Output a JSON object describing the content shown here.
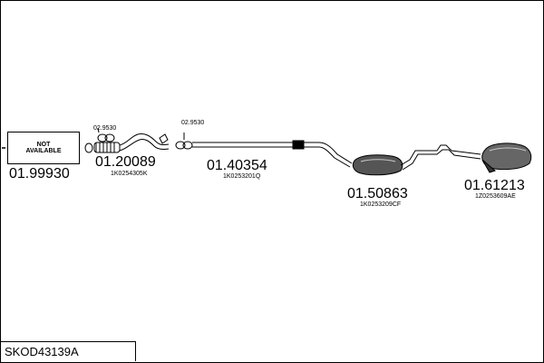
{
  "diagram": {
    "assembly_code": "SKOD43139A",
    "not_available": {
      "line1": "NOT",
      "line2": "AVAILABLE"
    },
    "parts": [
      {
        "number": "01.99930",
        "ref": ""
      },
      {
        "number": "01.20089",
        "ref": "1K0254305K"
      },
      {
        "number": "01.40354",
        "ref": "1K0253201Q"
      },
      {
        "number": "01.50863",
        "ref": "1K0253209CF"
      },
      {
        "number": "01.61213",
        "ref": "1Z0253609AE"
      }
    ],
    "clamps": [
      {
        "label": "02.9530"
      },
      {
        "label": "02.9530"
      }
    ]
  }
}
